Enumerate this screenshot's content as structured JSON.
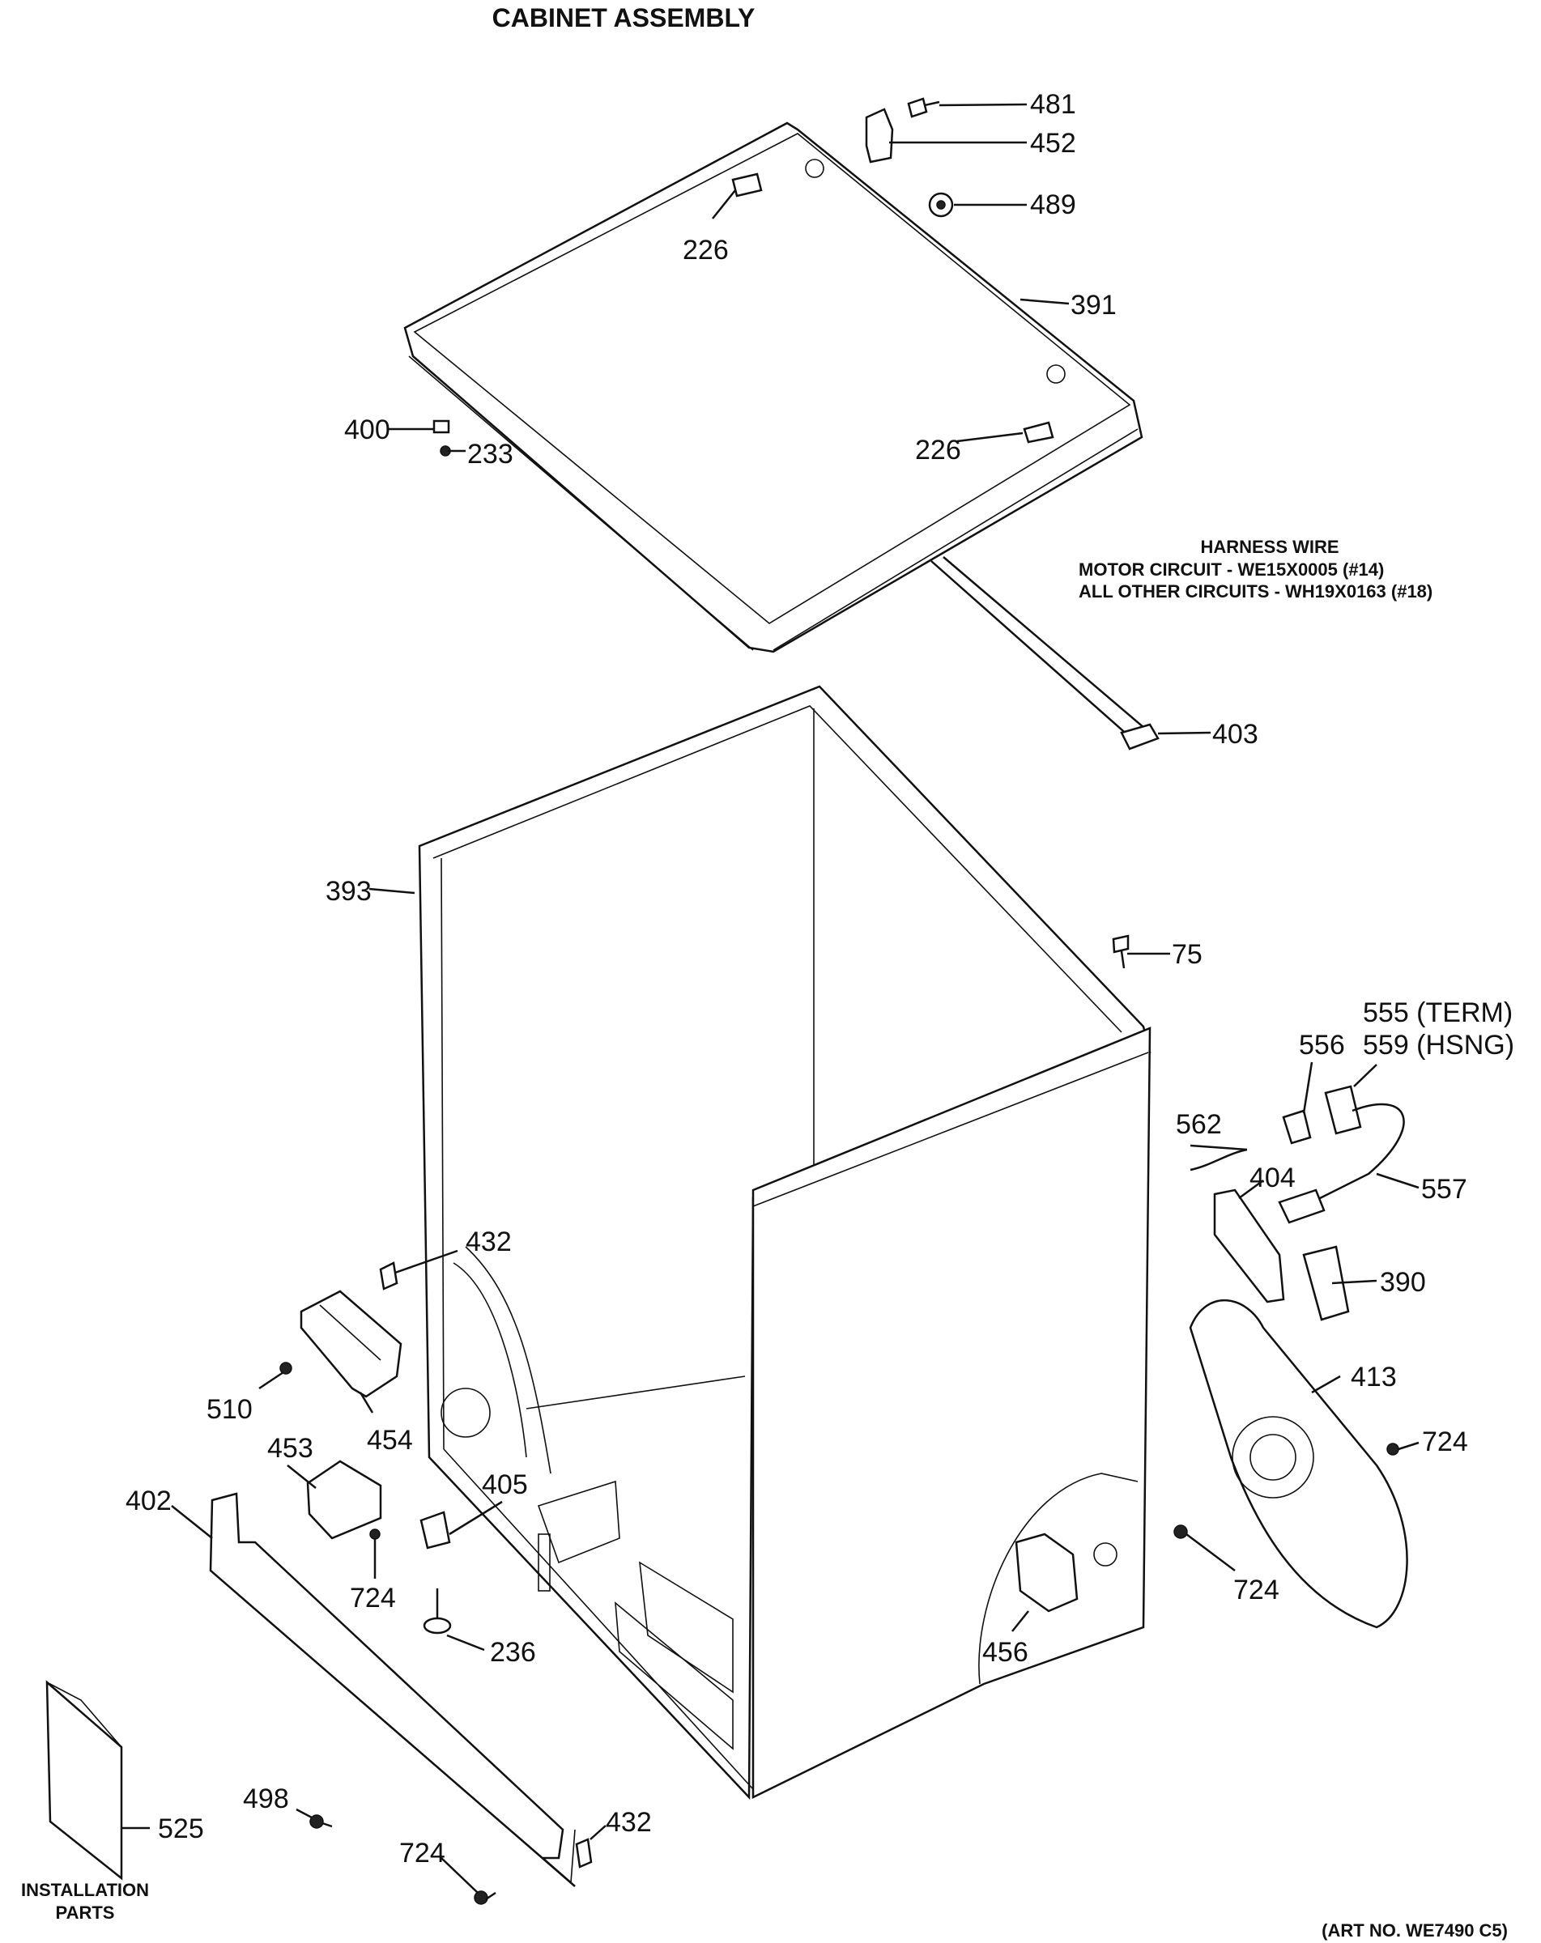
{
  "title": "CABINET ASSEMBLY",
  "art_number": "(ART NO. WE7490 C5)",
  "harness_note": {
    "line1": "HARNESS WIRE",
    "line2": "MOTOR CIRCUIT - WE15X0005 (#14)",
    "line3": "ALL OTHER CIRCUITS - WH19X0163 (#18)"
  },
  "installation_parts": {
    "line1": "INSTALLATION",
    "line2": "PARTS"
  },
  "parts": {
    "p481": "481",
    "p452": "452",
    "p489": "489",
    "p226a": "226",
    "p391": "391",
    "p400": "400",
    "p233": "233",
    "p226b": "226",
    "p403": "403",
    "p393": "393",
    "p75": "75",
    "p555": "555 (TERM)",
    "p559": "559 (HSNG)",
    "p556": "556",
    "p562": "562",
    "p404": "404",
    "p557": "557",
    "p432a": "432",
    "p390": "390",
    "p413": "413",
    "p510": "510",
    "p454": "454",
    "p724a": "724",
    "p453": "453",
    "p405": "405",
    "p402": "402",
    "p724b": "724",
    "p724c": "724",
    "p236": "236",
    "p456": "456",
    "p498": "498",
    "p432b": "432",
    "p525": "525",
    "p724d": "724"
  }
}
